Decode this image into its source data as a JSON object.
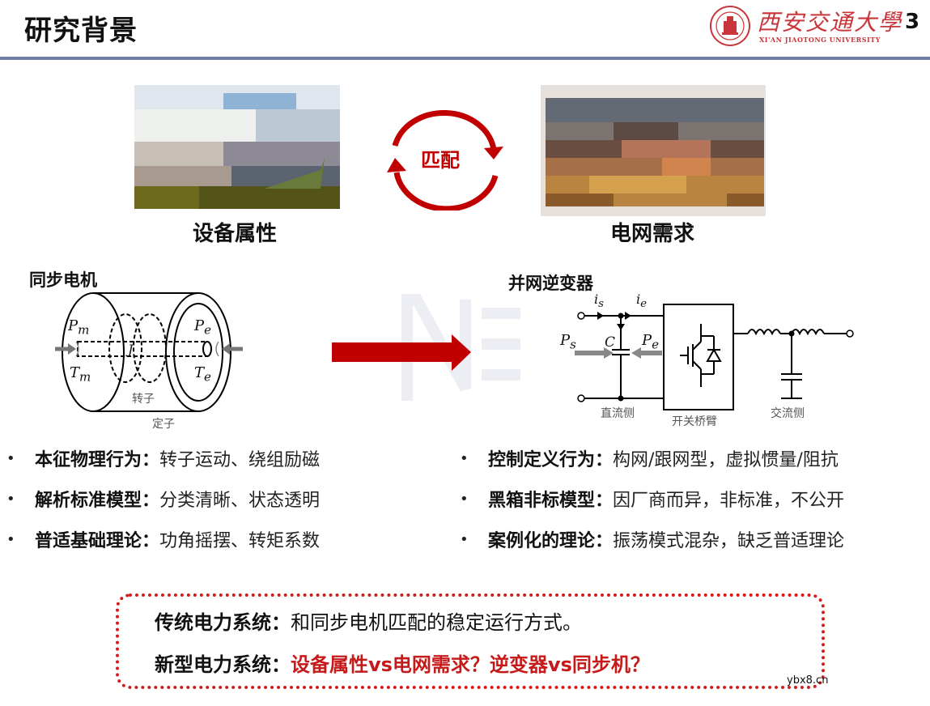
{
  "header": {
    "title": "研究背景",
    "page_number": "3",
    "logo": {
      "name_cn": "西安交通大學",
      "name_en": "XI'AN JIAOTONG UNIVERSITY",
      "color": "#c8353a"
    },
    "rule_color": "#6f7fa6"
  },
  "top": {
    "left_caption": "设备属性",
    "right_caption": "电网需求",
    "cycle_label": "匹配",
    "accent_color": "#c00000"
  },
  "left_diagram": {
    "title": "同步电机",
    "labels": {
      "pm": "P",
      "pm_sub": "m",
      "tm": "T",
      "tm_sub": "m",
      "pe": "P",
      "pe_sub": "e",
      "te": "T",
      "te_sub": "e",
      "inertia": "J",
      "rotor": "转子",
      "stator": "定子"
    }
  },
  "right_diagram": {
    "title": "并网逆变器",
    "labels": {
      "is": "i",
      "is_sub": "s",
      "ie": "i",
      "ie_sub": "e",
      "ps": "P",
      "ps_sub": "s",
      "pe": "P",
      "pe_sub": "e",
      "cap": "C",
      "dc_side": "直流侧",
      "bridge": "开关桥臂",
      "ac_side": "交流侧"
    }
  },
  "bullets_left": [
    {
      "key": "本征物理行为：",
      "value": "转子运动、绕组励磁"
    },
    {
      "key": "解析标准模型：",
      "value": "分类清晰、状态透明"
    },
    {
      "key": "普适基础理论：",
      "value": "功角摇摆、转矩系数"
    }
  ],
  "bullets_right": [
    {
      "key": "控制定义行为：",
      "value": "构网/跟网型，虚拟惯量/阻抗"
    },
    {
      "key": "黑箱非标模型：",
      "value": "因厂商而异，非标准，不公开"
    },
    {
      "key": "案例化的理论：",
      "value": "振荡模式混杂，缺乏普适理论"
    }
  ],
  "bullet_symbol": "•",
  "conclusion": {
    "row1_key": "传统电力系统：",
    "row1_value": "和同步电机匹配的稳定运行方式。",
    "row2_key": "新型电力系统：",
    "row2_value": "设备属性vs电网需求？逆变器vs同步机？",
    "border_color": "#d41a1a"
  },
  "watermark": "ybx8.cn"
}
